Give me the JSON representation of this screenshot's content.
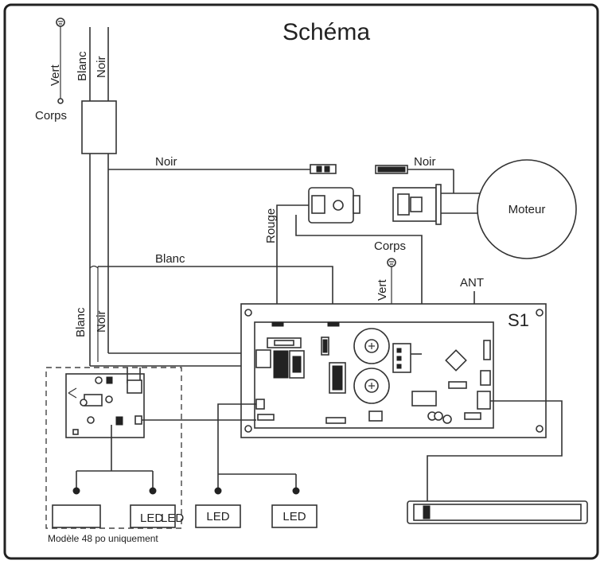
{
  "title": "Schéma",
  "labels": {
    "vert_top": "Vert",
    "blanc_top": "Blanc",
    "noir_top": "Noir",
    "corps_top": "Corps",
    "noir_h1": "Noir",
    "noir_motor": "Noir",
    "moteur": "Moteur",
    "rouge": "Rouge",
    "corps_board": "Corps",
    "blanc_h2": "Blanc",
    "vert_board": "Vert",
    "ant": "ANT",
    "s1": "S1",
    "blanc_left": "Blanc",
    "noir_left": "Noir",
    "led_1": "LED",
    "led_2": "LED",
    "led_3": "LED",
    "led_4": "LED",
    "model_note": "Modèle 48 po uniquement"
  },
  "colors": {
    "line": "#333333",
    "frame": "#222222",
    "background": "#ffffff"
  }
}
